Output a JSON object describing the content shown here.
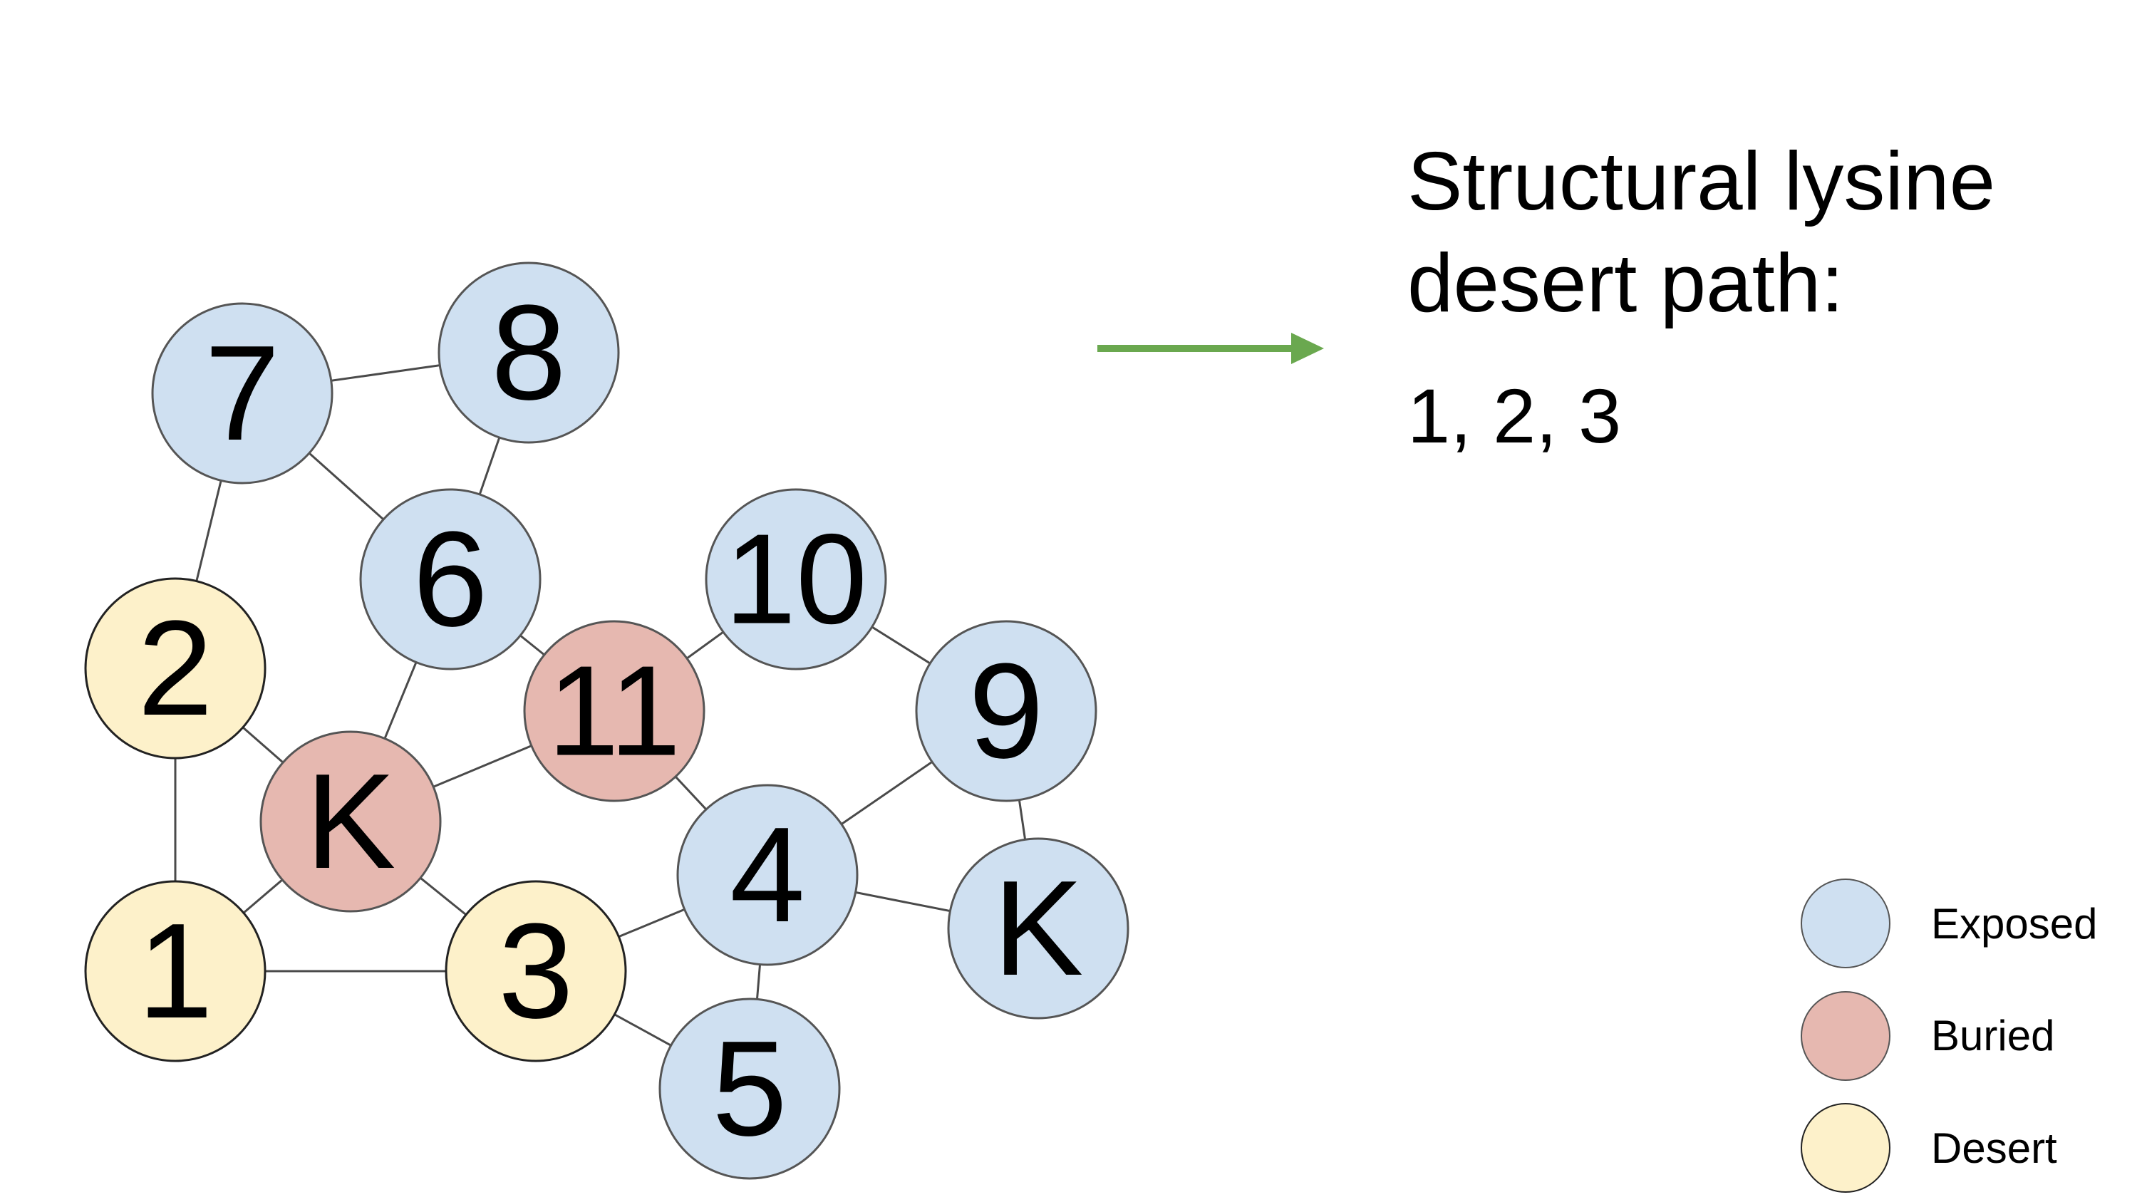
{
  "colors": {
    "exposed": "#cfe0f1",
    "buried": "#e6b8b0",
    "desert": "#fdf1ca",
    "node_stroke": "#555555",
    "edge": "#4a4a4a",
    "arrow": "#6aa84f"
  },
  "nodes": [
    {
      "id": "n7",
      "label": "7",
      "category": "exposed"
    },
    {
      "id": "n8",
      "label": "8",
      "category": "exposed"
    },
    {
      "id": "n6",
      "label": "6",
      "category": "exposed"
    },
    {
      "id": "n10",
      "label": "10",
      "category": "exposed"
    },
    {
      "id": "n2",
      "label": "2",
      "category": "desert"
    },
    {
      "id": "n11",
      "label": "11",
      "category": "buried"
    },
    {
      "id": "n9",
      "label": "9",
      "category": "exposed"
    },
    {
      "id": "nK1",
      "label": "K",
      "category": "buried"
    },
    {
      "id": "n4",
      "label": "4",
      "category": "exposed"
    },
    {
      "id": "nK2",
      "label": "K",
      "category": "exposed"
    },
    {
      "id": "n1",
      "label": "1",
      "category": "desert"
    },
    {
      "id": "n3",
      "label": "3",
      "category": "desert"
    },
    {
      "id": "n5",
      "label": "5",
      "category": "exposed"
    }
  ],
  "edges": [
    [
      "n7",
      "n8"
    ],
    [
      "n7",
      "n6"
    ],
    [
      "n7",
      "n2"
    ],
    [
      "n8",
      "n6"
    ],
    [
      "n6",
      "n11"
    ],
    [
      "n6",
      "nK1"
    ],
    [
      "n10",
      "n11"
    ],
    [
      "n10",
      "n9"
    ],
    [
      "n2",
      "nK1"
    ],
    [
      "n2",
      "n1"
    ],
    [
      "nK1",
      "n11"
    ],
    [
      "nK1",
      "n1"
    ],
    [
      "nK1",
      "n3"
    ],
    [
      "n11",
      "n4"
    ],
    [
      "n9",
      "n4"
    ],
    [
      "n9",
      "nK2"
    ],
    [
      "n4",
      "nK2"
    ],
    [
      "n4",
      "n3"
    ],
    [
      "n4",
      "n5"
    ],
    [
      "n1",
      "n3"
    ],
    [
      "n3",
      "n5"
    ]
  ],
  "result": {
    "title_line_1": "Structural lysine",
    "title_line_2": "desert path:",
    "path": "1, 2, 3"
  },
  "legend": {
    "exposed": "Exposed",
    "buried": "Buried",
    "desert": "Desert"
  }
}
